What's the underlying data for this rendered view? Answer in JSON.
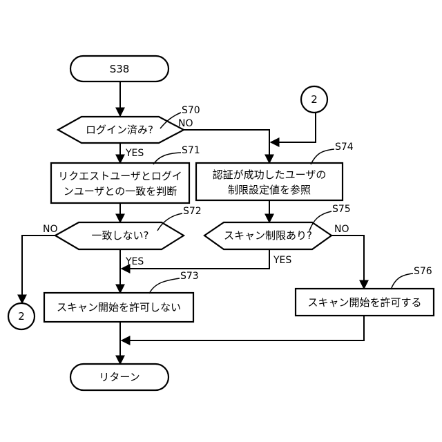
{
  "nodes": {
    "start": "S38",
    "decision_login": "ログイン済み?",
    "process_check_line1": "リクエストユーザとログイ",
    "process_check_line2": "ンユーザとの一致を判断",
    "decision_match": "一致しない?",
    "process_deny": "スキャン開始を許可しない",
    "process_refer_line1": "認証が成功したユーザの",
    "process_refer_line2": "制限設定値を参照",
    "decision_restrict": "スキャン制限あり?",
    "process_allow": "スキャン開始を許可する",
    "end": "リターン",
    "connector_in": "2",
    "connector_out": "2"
  },
  "step_labels": {
    "s70": "S70",
    "s71": "S71",
    "s72": "S72",
    "s73": "S73",
    "s74": "S74",
    "s75": "S75",
    "s76": "S76"
  },
  "branch_labels": {
    "login_no": "NO",
    "login_yes": "YES",
    "match_no": "NO",
    "match_yes": "YES",
    "restrict_no": "NO",
    "restrict_yes": "YES"
  }
}
